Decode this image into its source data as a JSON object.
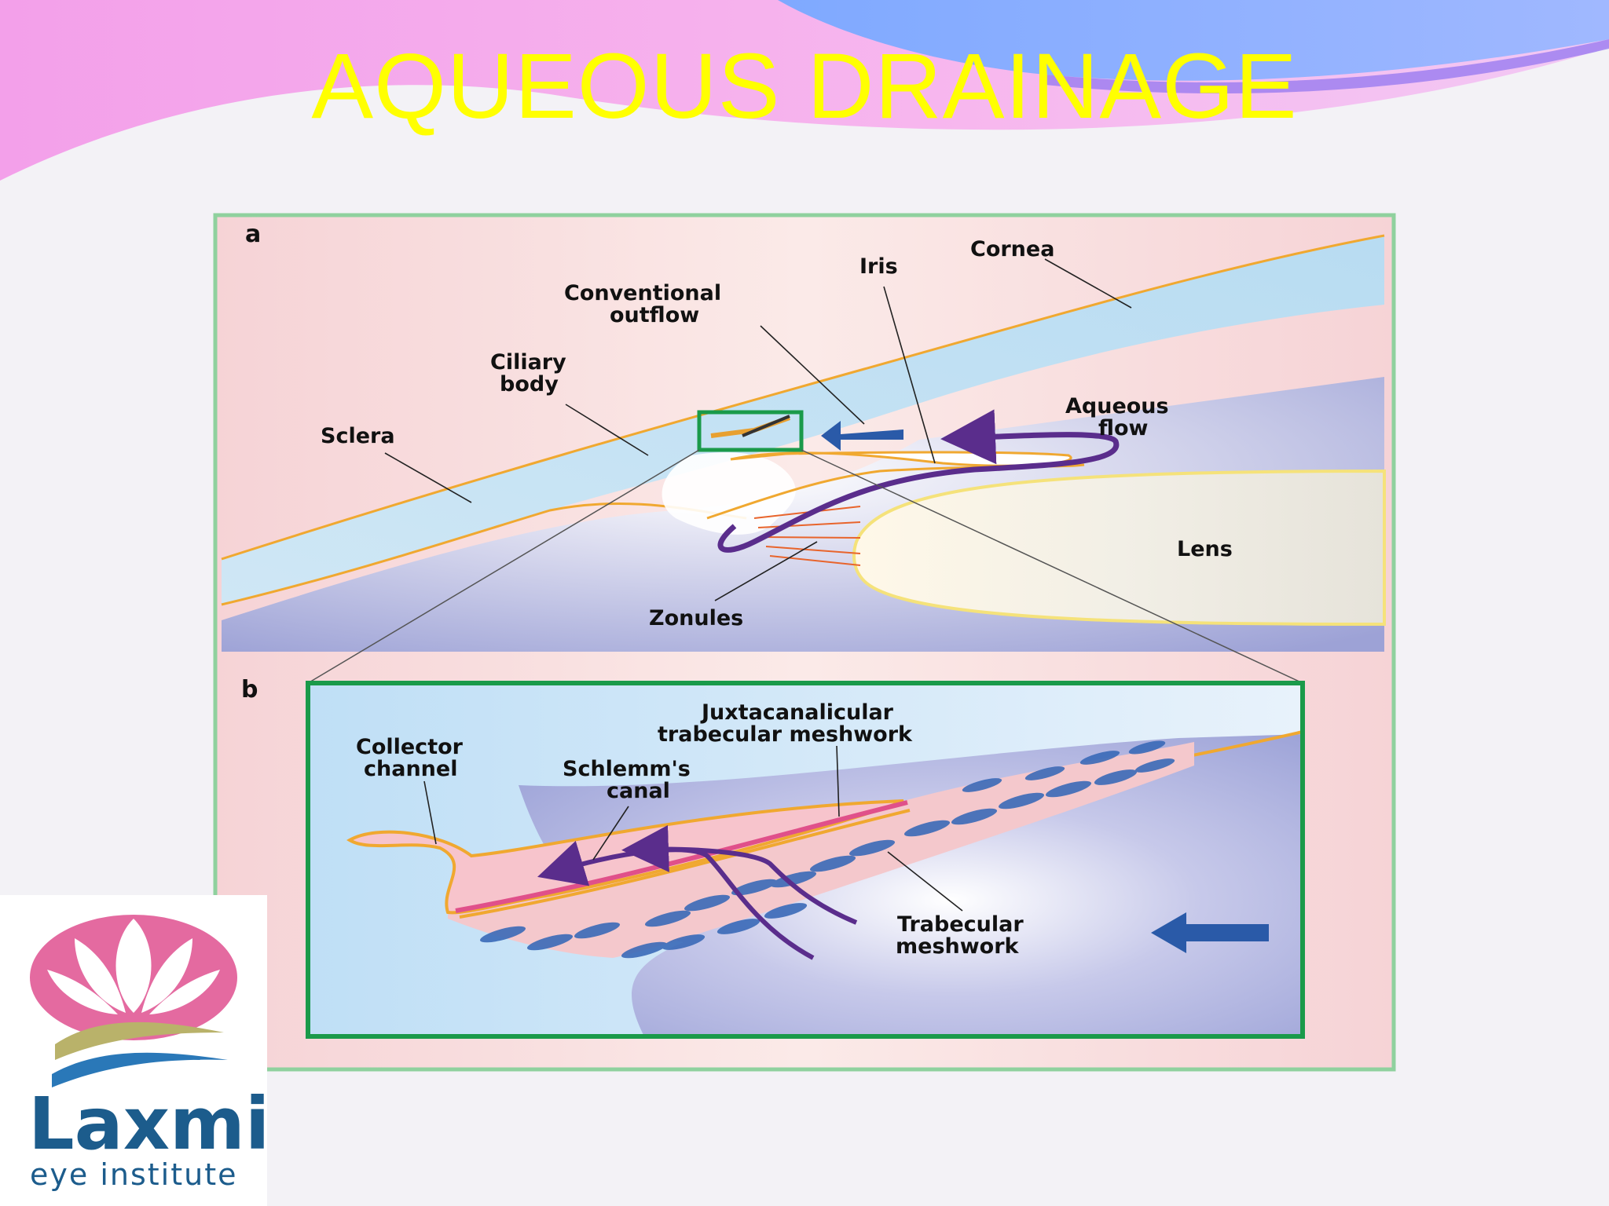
{
  "slide": {
    "title": "AQUEOUS DRAINAGE"
  },
  "diagram": {
    "panel_a": {
      "letter": "a",
      "labels": {
        "cornea": "Cornea",
        "iris": "Iris",
        "conventional_outflow_1": "Conventional",
        "conventional_outflow_2": "outflow",
        "ciliary_body_1": "Ciliary",
        "ciliary_body_2": "body",
        "sclera": "Sclera",
        "aqueous_flow_1": "Aqueous",
        "aqueous_flow_2": "flow",
        "lens": "Lens",
        "zonules": "Zonules"
      }
    },
    "panel_b": {
      "letter": "b",
      "labels": {
        "juxta_1": "Juxtacanalicular",
        "juxta_2": "trabecular meshwork",
        "collector_1": "Collector",
        "collector_2": "channel",
        "schlemm_1": "Schlemm's",
        "schlemm_2": "canal",
        "trabecular_1": "Trabecular",
        "trabecular_2": "meshwork"
      }
    }
  },
  "logo": {
    "name": "Laxmi",
    "subtitle": "eye institute"
  },
  "colors": {
    "title": "#ffff00",
    "frame_green": "#1a9a4a",
    "iris_purple": "#5a2d8c",
    "arrow_blue": "#2a5aa8",
    "logo_blue": "#1c5c8c",
    "logo_pink": "#e06aa0"
  }
}
